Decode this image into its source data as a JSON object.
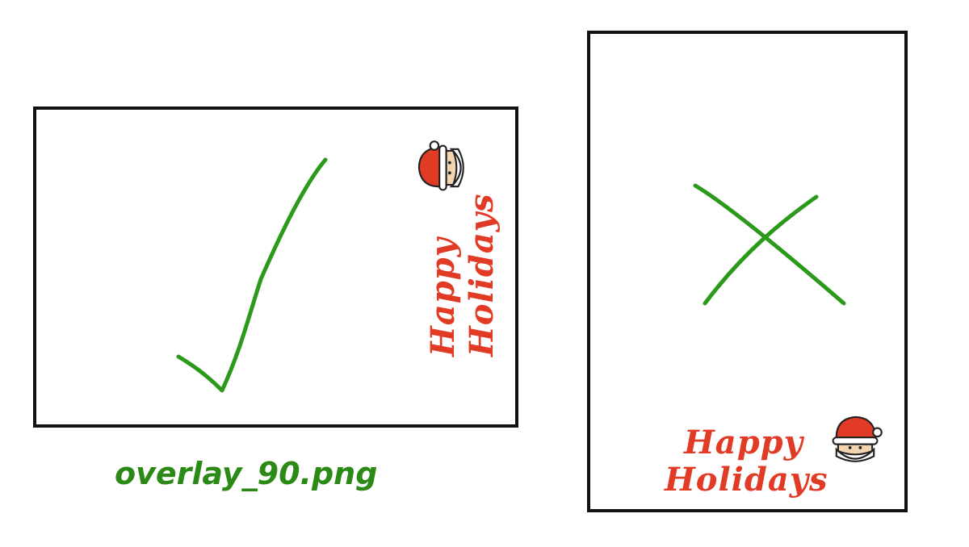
{
  "figure": {
    "caption": "overlay_90.png",
    "card_left": {
      "mark": "checkmark-icon",
      "mark_color": "#2b9a1a",
      "greeting": {
        "line1": "Happy",
        "line2": "Holidays",
        "orientation": "rotated-90"
      },
      "sticker": "santa-icon"
    },
    "card_right": {
      "mark": "cross-icon",
      "mark_color": "#2b9a1a",
      "greeting": {
        "line1": "Happy",
        "line2": "Holidays",
        "orientation": "upright"
      },
      "sticker": "santa-icon"
    },
    "colors": {
      "greeting": "#e13a25",
      "caption": "#2b8a16",
      "border": "#111111"
    }
  }
}
